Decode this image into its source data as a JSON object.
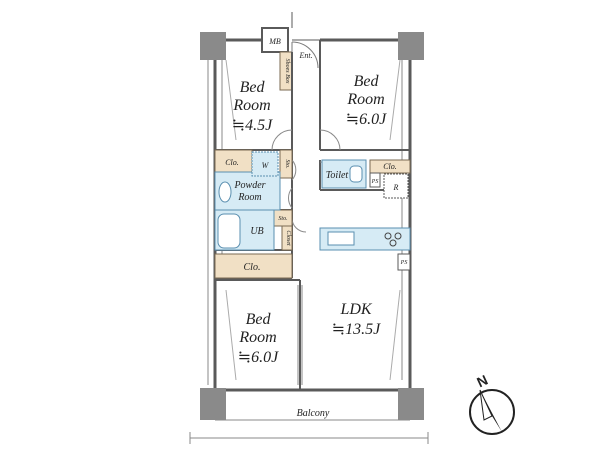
{
  "rooms": {
    "bed_nw": {
      "name": "Bed",
      "name2": "Room",
      "size": "≒4.5J"
    },
    "bed_ne": {
      "name": "Bed",
      "name2": "Room",
      "size": "≒6.0J"
    },
    "bed_sw": {
      "name": "Bed",
      "name2": "Room",
      "size": "≒6.0J"
    },
    "ldk": {
      "name": "LDK",
      "size": "≒13.5J"
    },
    "powder": {
      "name": "Powder",
      "name2": "Room"
    },
    "ub": {
      "name": "UB"
    },
    "toilet": {
      "name": "Toilet"
    },
    "balcony": {
      "name": "Balcony"
    }
  },
  "labels": {
    "mb": "MB",
    "ent": "Ent.",
    "shoes_box": "Shoes Box",
    "clo_left": "Clo.",
    "clo_right": "Clo.",
    "clo_bottom": "Clo.",
    "sto_upper": "Sto.",
    "sto_lower": "Sto.",
    "closet": "Closet",
    "ps_upper": "PS",
    "ps_lower": "PS",
    "washer": "W",
    "fridge": "R"
  },
  "compass": {
    "letter": "N"
  },
  "colors": {
    "wall": "#5a5a5a",
    "pillar": "#8a8a8a",
    "closet": "#f1e0c5",
    "wet_area": "#d6ebf5",
    "stripe": "#7ab3d6"
  }
}
